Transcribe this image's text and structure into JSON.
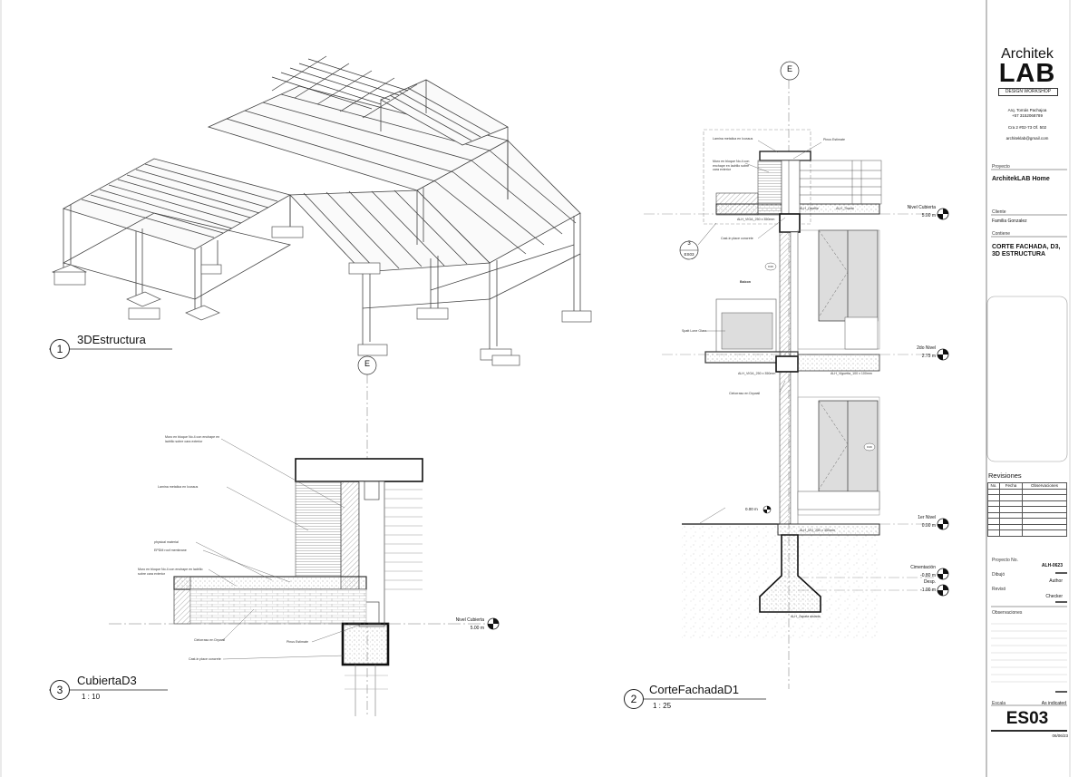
{
  "views": {
    "v1": {
      "number": "1",
      "title": "3DEstructura"
    },
    "v2": {
      "number": "2",
      "title": "CorteFachadaD1",
      "scale": "1 : 25"
    },
    "v3": {
      "number": "3",
      "title": "CubiertaD3",
      "scale": "1 : 10"
    }
  },
  "section": {
    "grid_label": "E",
    "callout_num": "3",
    "callout_sheet": "ES03",
    "levels": [
      {
        "name": "Nivel Cubierta",
        "elev": "5.00 m"
      },
      {
        "name": "2do Nivel",
        "elev": "2.75 m"
      },
      {
        "name": "1er Nivel",
        "elev": "0.00 m"
      },
      {
        "name": "Cimentación",
        "elev": "-0.80 m"
      },
      {
        "name": "Desp.",
        "elev": "-1.00 m"
      }
    ],
    "left_level_elev": "0.00 m",
    "notes": [
      "Lamina metalica en Icussus",
      "Muro en bloque No.4 con enchape en ladrillo sobre cara exterior",
      "Pinus Estimate",
      "ALH_Cinefile",
      "ALH_VIGA_250 x 350mm",
      "Cast-in place concrete",
      "Balcon",
      "Spatt Lone Glass",
      "ALH_VIGA_250 x 350mm",
      "ALH_Viguetta_100 x 100mm",
      "Cielorraso en Drywall",
      "ALH_Zapata aislada",
      "ALH_Tirante",
      "ALH_VIG_250 x 350mm"
    ],
    "tags": [
      "D16",
      "D16"
    ]
  },
  "detail3": {
    "grid_label": "E",
    "level_name": "Nivel Cubierta",
    "level_elev": "5.00 m",
    "notes": [
      "Muro en bloque No.4 con enchape en ladrillo sobre cara exterior",
      "Lamina metalica en Icussus",
      "physical material",
      "EPDM roof membrane",
      "Muro en bloque No.4 con enchape en ladrillo sobre cara exterior",
      "Cielorraso en Drywall",
      "Pinus Estimate",
      "Cast-in place concrete"
    ]
  },
  "titleblock": {
    "logo_top": "Architek",
    "logo_main": "LAB",
    "logo_sub": "DESIGN WORKSHOP",
    "contact_name": "Arq. Tomás Pachajoa",
    "contact_phone": "+57 3152068789",
    "contact_address": "Cra 2 #02-73 Of. 502",
    "contact_email": "architeklab@gmail.com",
    "proyecto_label": "Proyecto",
    "proyecto_value": "ArchitekLAB Home",
    "cliente_label": "Cliente",
    "cliente_value": "Familia Gonzalez",
    "contiene_label": "Contiene",
    "contiene_line1": "CORTE FACHADA, D3,",
    "contiene_line2": "3D ESTRUCTURA",
    "revisiones_title": "Revisiones",
    "rev_cols": [
      "No.",
      "Fecha",
      "Observaciones"
    ],
    "proyecto_no_label": "Proyecto No.",
    "proyecto_no_value": "ALH-0623",
    "dibujo_label": "Dibujó",
    "dibujo_value": "Author",
    "reviso_label": "Revisó",
    "reviso_value": "Checker",
    "observaciones_label": "Observaciones",
    "escala_label": "Escala",
    "escala_value": "As indicated",
    "sheet_number": "ES03",
    "date": "06/06/23"
  }
}
